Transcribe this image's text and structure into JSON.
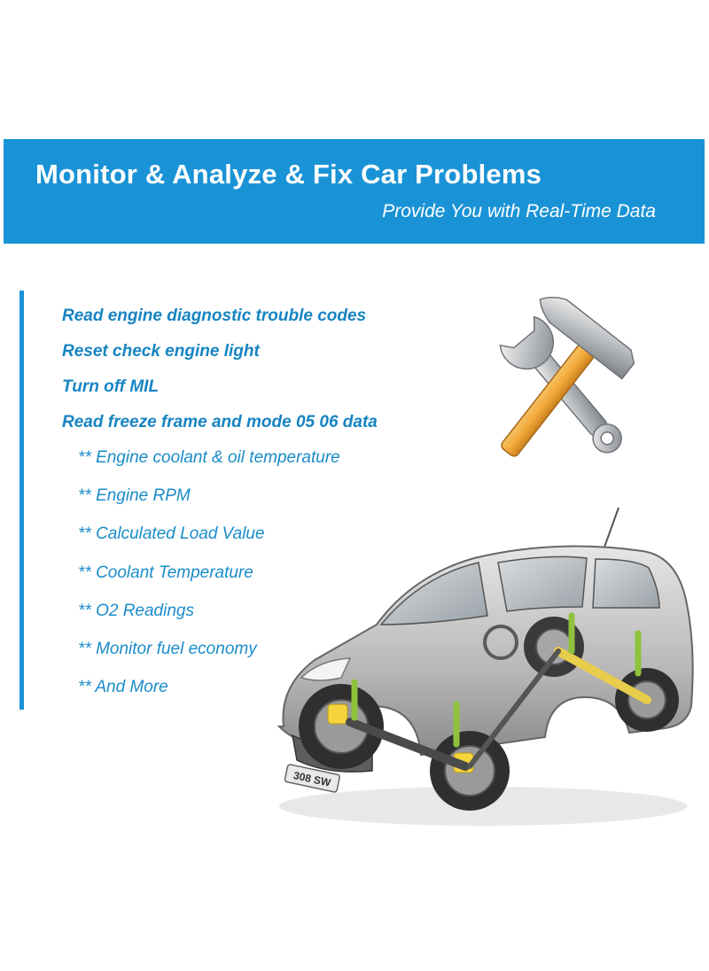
{
  "banner": {
    "title": "Monitor & Analyze & Fix Car Problems",
    "subtitle": "Provide You with Real-Time Data"
  },
  "features": [
    "Read engine diagnostic trouble codes",
    "Reset check engine light",
    "Turn off MIL",
    "Read freeze frame and mode 05 06 data"
  ],
  "subfeatures": [
    "** Engine coolant & oil temperature",
    "** Engine RPM",
    "** Calculated Load Value",
    "** Coolant Temperature",
    "** O2 Readings",
    "** Monitor fuel economy",
    "** And More"
  ],
  "car_badge": "308 SW",
  "icons": [
    "hammer-wrench-icon",
    "car-chassis-icon"
  ],
  "colors": {
    "accent": "#1a93d6",
    "text_blue": "#1684c2",
    "hammer_handle": "#f2a93b",
    "suspension": "#8fc23c"
  }
}
